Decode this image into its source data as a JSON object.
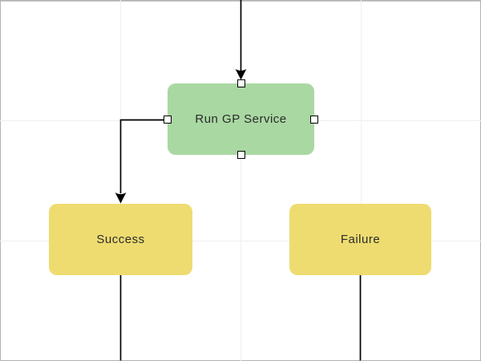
{
  "canvas": {
    "background": "#ffffff",
    "border_color": "#b3b3b3",
    "grid_color": "#efefef",
    "connector_color": "#000000",
    "handle_fill": "#ffffff",
    "handle_border": "#000000"
  },
  "diagram": {
    "nodes": [
      {
        "id": "run-gp-service",
        "label": "Run GP Service",
        "fill": "#a9d8a2",
        "text_color": "#2b2b2b",
        "selected": true
      },
      {
        "id": "success",
        "label": "Success",
        "fill": "#eedc71",
        "text_color": "#2b2b2b",
        "selected": false
      },
      {
        "id": "failure",
        "label": "Failure",
        "fill": "#eedc71",
        "text_color": "#2b2b2b",
        "selected": false
      }
    ],
    "connectors": [
      {
        "id": "incoming-top",
        "from": "offscreen-top",
        "to": "run-gp-service",
        "arrow": true
      },
      {
        "id": "gp-to-success",
        "from": "run-gp-service",
        "to": "success",
        "arrow": true
      },
      {
        "id": "success-outgoing",
        "from": "success",
        "to": "offscreen-bottom",
        "arrow": false
      },
      {
        "id": "failure-outgoing",
        "from": "failure",
        "to": "offscreen-bottom",
        "arrow": false
      }
    ]
  }
}
